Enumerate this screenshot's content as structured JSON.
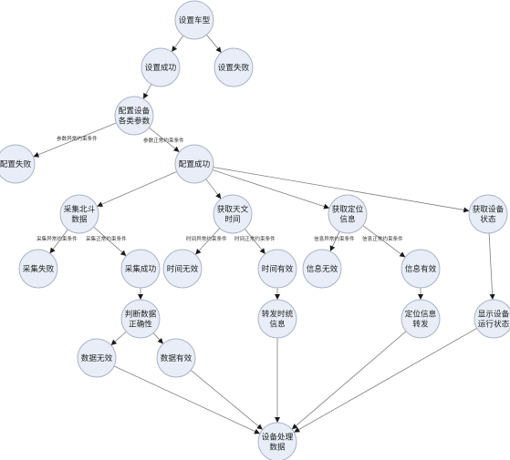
{
  "nodes": [
    {
      "id": "set_model",
      "lines": [
        "设置车型"
      ]
    },
    {
      "id": "set_ok",
      "lines": [
        "设置成功"
      ]
    },
    {
      "id": "set_fail",
      "lines": [
        "设置失败"
      ]
    },
    {
      "id": "config_params",
      "lines": [
        "配置设备",
        "各类参数"
      ]
    },
    {
      "id": "config_fail",
      "lines": [
        "配置失败"
      ]
    },
    {
      "id": "config_ok",
      "lines": [
        "配置成功"
      ]
    },
    {
      "id": "collect_bd",
      "lines": [
        "采集北斗",
        "数据"
      ]
    },
    {
      "id": "get_time",
      "lines": [
        "获取天文",
        "时间"
      ]
    },
    {
      "id": "get_loc",
      "lines": [
        "获取定位",
        "信息"
      ]
    },
    {
      "id": "get_state",
      "lines": [
        "获取设备",
        "状态"
      ]
    },
    {
      "id": "collect_fail",
      "lines": [
        "采集失败"
      ]
    },
    {
      "id": "collect_ok",
      "lines": [
        "采集成功"
      ]
    },
    {
      "id": "time_invalid",
      "lines": [
        "时间无效"
      ]
    },
    {
      "id": "time_valid",
      "lines": [
        "时间有效"
      ]
    },
    {
      "id": "info_invalid",
      "lines": [
        "信息无效"
      ]
    },
    {
      "id": "info_valid",
      "lines": [
        "信息有效"
      ]
    },
    {
      "id": "judge",
      "lines": [
        "判断数据",
        "正确性"
      ]
    },
    {
      "id": "forward_time",
      "lines": [
        "转发时统",
        "信息"
      ]
    },
    {
      "id": "forward_loc",
      "lines": [
        "定位信息",
        "转发"
      ]
    },
    {
      "id": "show_state",
      "lines": [
        "显示设备",
        "运行状态"
      ]
    },
    {
      "id": "data_invalid",
      "lines": [
        "数据无效"
      ]
    },
    {
      "id": "data_valid",
      "lines": [
        "数据有效"
      ]
    },
    {
      "id": "process",
      "lines": [
        "设备处理",
        "数据"
      ]
    }
  ],
  "edges": [
    {
      "from": "set_model",
      "to": "set_ok",
      "label": ""
    },
    {
      "from": "set_model",
      "to": "set_fail",
      "label": ""
    },
    {
      "from": "set_ok",
      "to": "config_params",
      "label": ""
    },
    {
      "from": "config_params",
      "to": "config_fail",
      "label": "参数异常约束条件"
    },
    {
      "from": "config_params",
      "to": "config_ok",
      "label": "参数正常约束条件"
    },
    {
      "from": "config_ok",
      "to": "collect_bd",
      "label": ""
    },
    {
      "from": "config_ok",
      "to": "get_time",
      "label": ""
    },
    {
      "from": "config_ok",
      "to": "get_loc",
      "label": ""
    },
    {
      "from": "config_ok",
      "to": "get_state",
      "label": ""
    },
    {
      "from": "collect_bd",
      "to": "collect_fail",
      "label": "采集异常约束条件"
    },
    {
      "from": "collect_bd",
      "to": "collect_ok",
      "label": "采集正常约束条件"
    },
    {
      "from": "get_time",
      "to": "time_invalid",
      "label": "时间异常约束条件"
    },
    {
      "from": "get_time",
      "to": "time_valid",
      "label": "时间正常约束条件"
    },
    {
      "from": "get_loc",
      "to": "info_invalid",
      "label": "信息异常约束条件"
    },
    {
      "from": "get_loc",
      "to": "info_valid",
      "label": "信息正常约束条件"
    },
    {
      "from": "collect_ok",
      "to": "judge",
      "label": ""
    },
    {
      "from": "time_valid",
      "to": "forward_time",
      "label": ""
    },
    {
      "from": "info_valid",
      "to": "forward_loc",
      "label": ""
    },
    {
      "from": "get_state",
      "to": "show_state",
      "label": ""
    },
    {
      "from": "judge",
      "to": "data_invalid",
      "label": ""
    },
    {
      "from": "judge",
      "to": "data_valid",
      "label": ""
    },
    {
      "from": "data_invalid",
      "to": "process",
      "label": ""
    },
    {
      "from": "data_valid",
      "to": "process",
      "label": ""
    },
    {
      "from": "forward_time",
      "to": "process",
      "label": ""
    },
    {
      "from": "forward_loc",
      "to": "process",
      "label": ""
    },
    {
      "from": "show_state",
      "to": "process",
      "label": ""
    }
  ]
}
